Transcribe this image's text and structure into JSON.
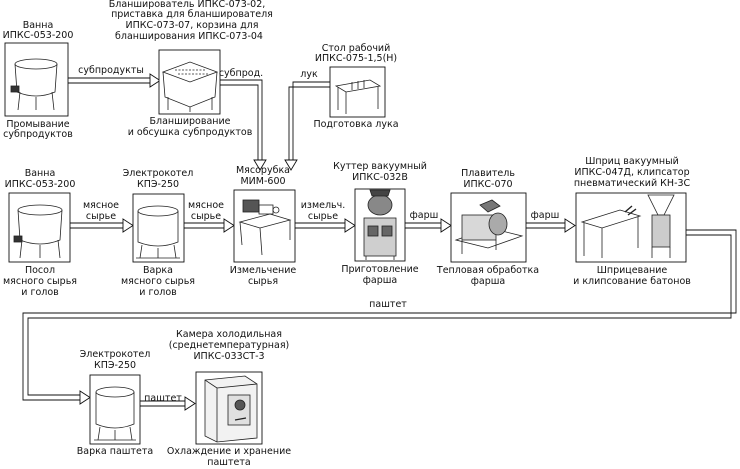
{
  "stations": {
    "vanna1": {
      "title1": "Ванна",
      "title2": "ИПКС-053-200",
      "caption1": "Промывание",
      "caption2": "субпродуктов"
    },
    "blanch": {
      "title1": "Бланширователь ИПКС-073-02,",
      "title2": "приставка для бланширователя",
      "title3": "ИПКС-073-07, корзина для",
      "title4": "бланширования ИПКС-073-04",
      "caption1": "Бланширование",
      "caption2": "и обсушка субпродуктов"
    },
    "stol": {
      "title1": "Стол рабочий",
      "title2": "ИПКС-075-1,5(Н)",
      "caption1": "Подготовка лука"
    },
    "vanna2": {
      "title1": "Ванна",
      "title2": "ИПКС-053-200",
      "caption1": "Посол",
      "caption2": "мясного сырья",
      "caption3": "и голов"
    },
    "kotel1": {
      "title1": "Электрокотел",
      "title2": "КПЭ-250",
      "caption1": "Варка",
      "caption2": "мясного сырья",
      "caption3": "и голов"
    },
    "myasorubka": {
      "title1": "Мясорубка",
      "title2": "МИМ-600",
      "caption1": "Измельчение",
      "caption2": "сырья"
    },
    "kutter": {
      "title1": "Куттер вакуумный",
      "title2": "ИПКС-032В",
      "caption1": "Приготовление",
      "caption2": "фарша"
    },
    "plavitel": {
      "title1": "Плавитель",
      "title2": "ИПКС-070",
      "caption1": "Тепловая обработка",
      "caption2": "фарша"
    },
    "shpric": {
      "title1": "Шприц вакуумный",
      "title2": "ИПКС-047Д, клипсатор",
      "title3": "пневматический КН-3С",
      "caption1": "Шприцевание",
      "caption2": "и клипсование батонов"
    },
    "kotel2": {
      "title1": "Электрокотел",
      "title2": "КПЭ-250",
      "caption1": "Варка паштета"
    },
    "kamera": {
      "title1": "Камера холодильная",
      "title2": "(среднетемпературная)",
      "title3": "ИПКС-033СТ-3",
      "caption1": "Охлаждение и хранение",
      "caption2": "паштета"
    }
  },
  "arrows": {
    "subprodukty": "субпродукты",
    "subprod": "субпрод.",
    "luk": "лук",
    "myasnoe1_a": "мясное",
    "myasnoe1_b": "сырье",
    "myasnoe2_a": "мясное",
    "myasnoe2_b": "сырье",
    "izmelch_a": "измельч.",
    "izmelch_b": "сырье",
    "farsh1": "фарш",
    "farsh2": "фарш",
    "pashtet1": "паштет",
    "pashtet2": "паштет"
  }
}
